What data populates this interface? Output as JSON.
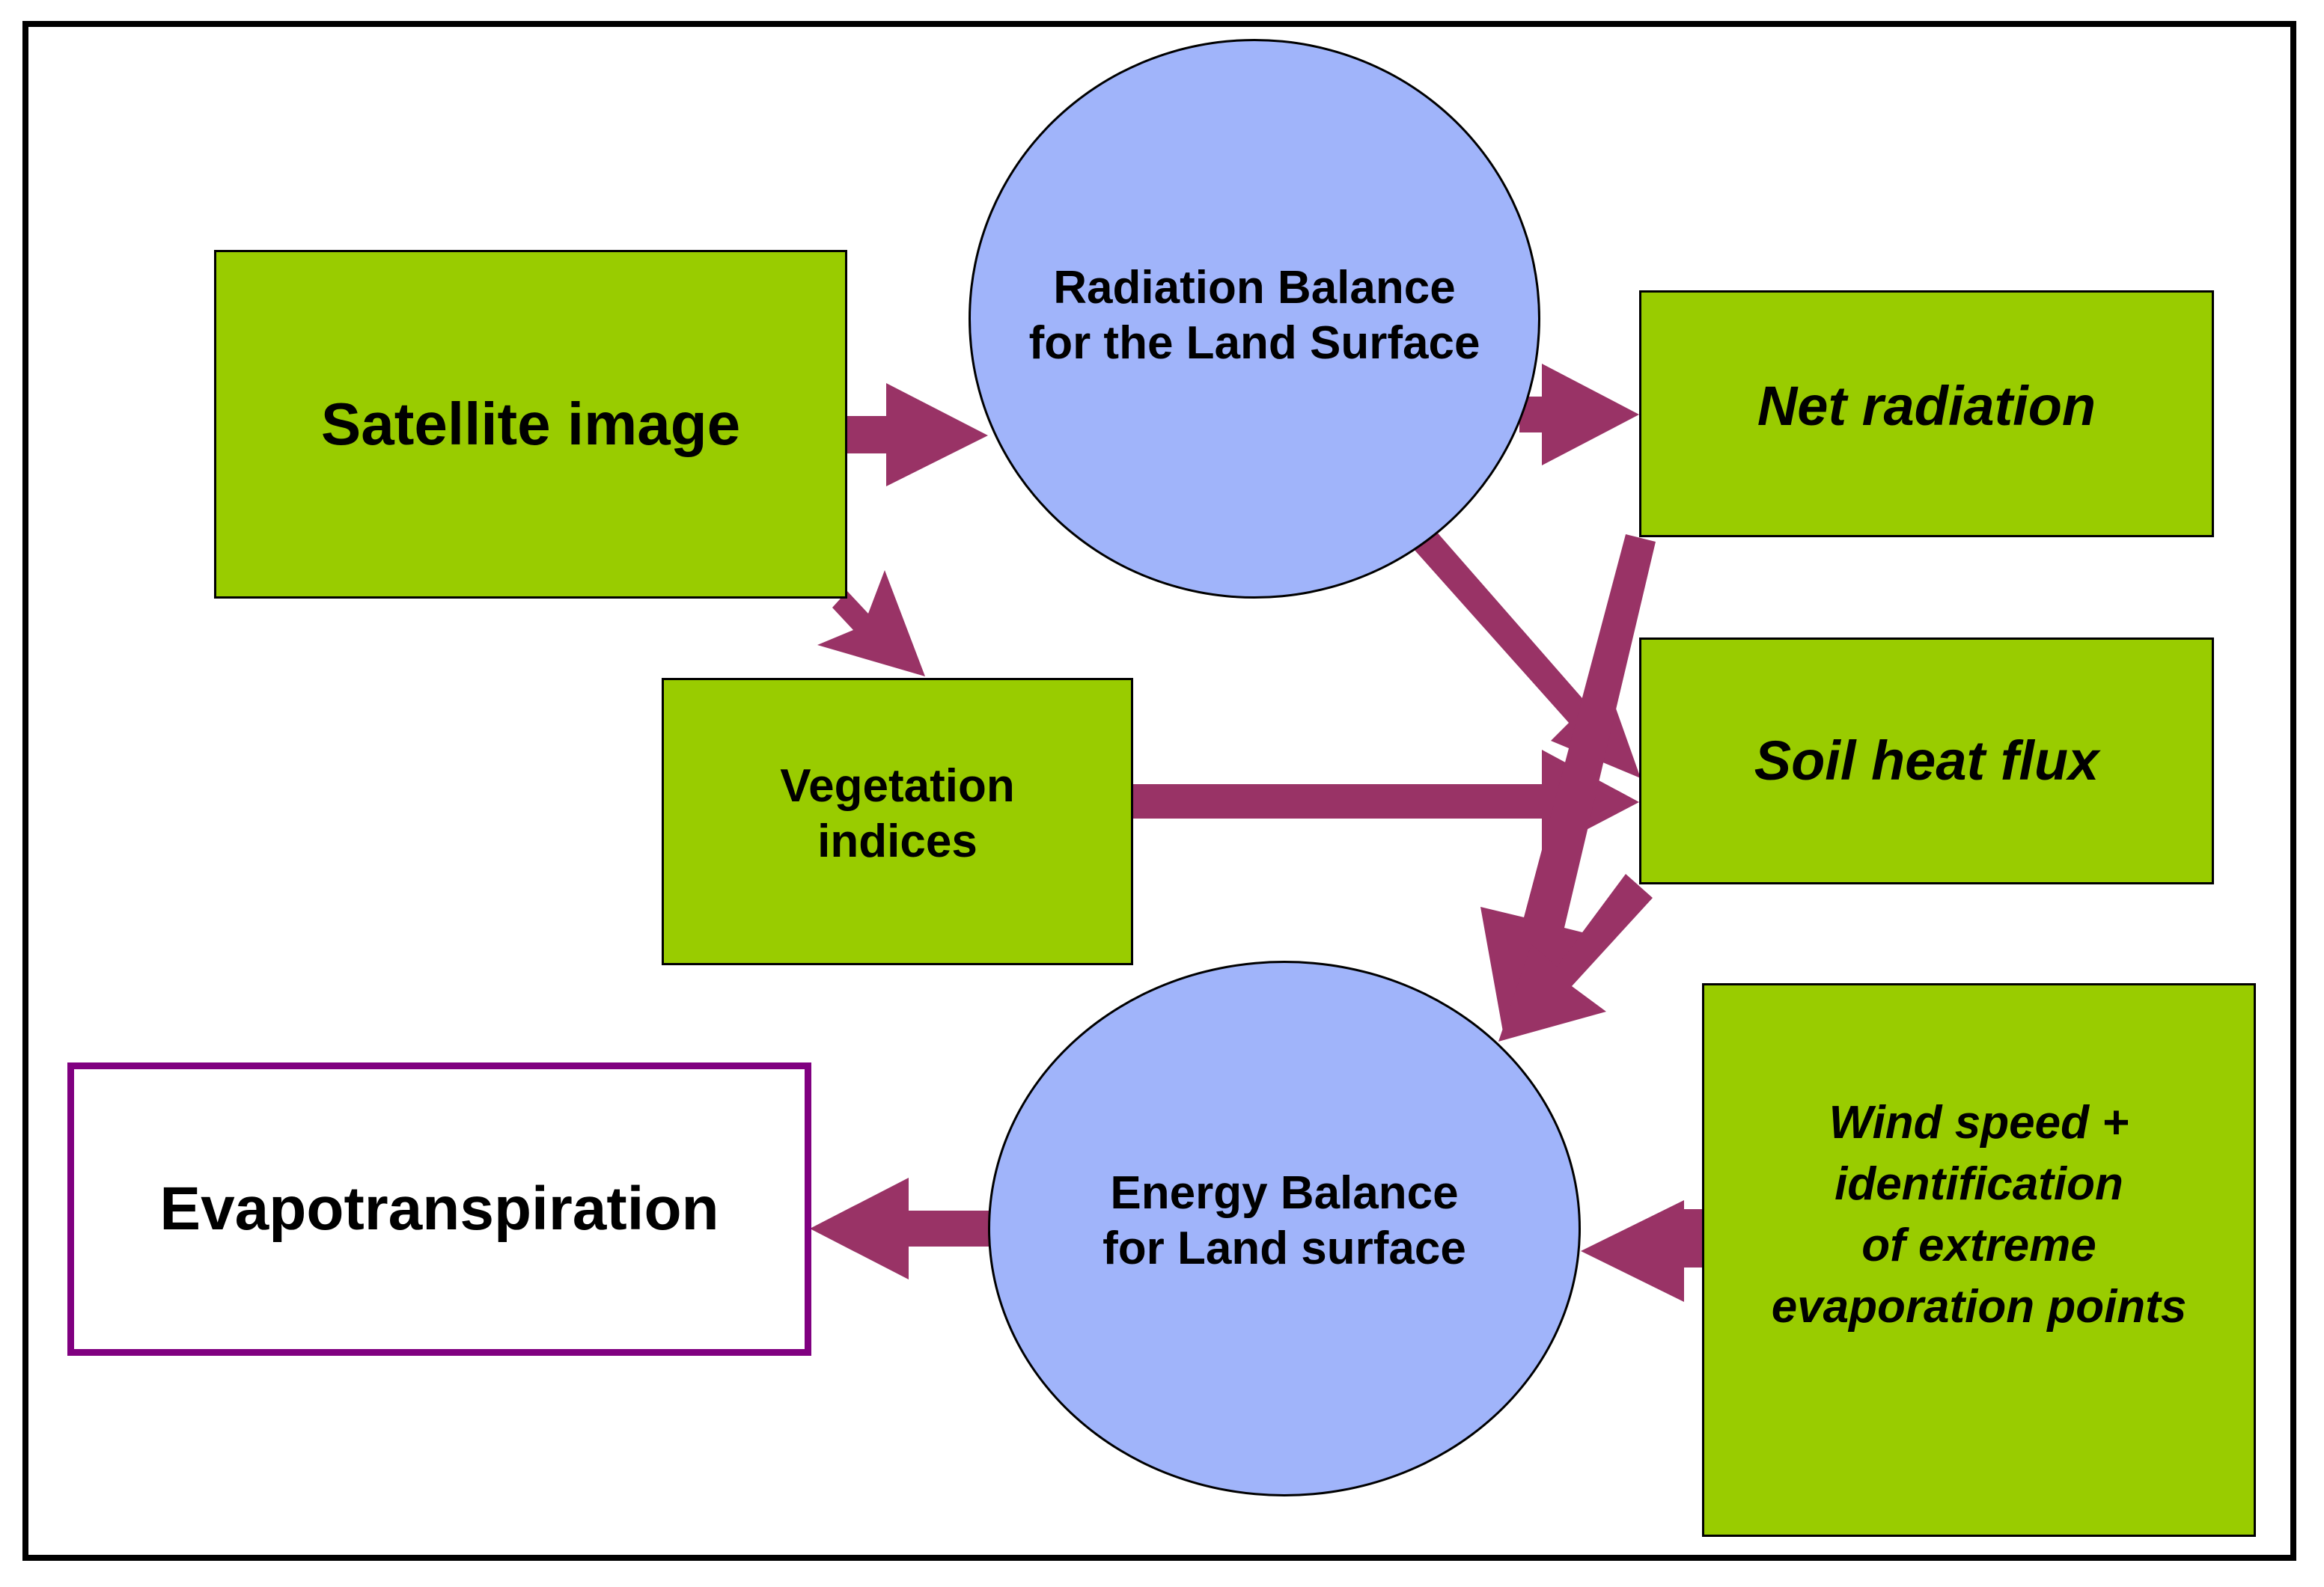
{
  "nodes": {
    "satellite_image": "Satellite image",
    "radiation_balance": "Radiation Balance\nfor the Land Surface",
    "net_radiation": "Net radiation",
    "vegetation_indices": "Vegetation\nindices",
    "soil_heat_flux": "Soil heat flux",
    "energy_balance": "Energy Balance\nfor Land surface",
    "wind_speed": "Wind speed +\nidentification\nof  extreme\nevaporation points",
    "evapotranspiration": "Evapotranspiration"
  },
  "colors": {
    "box_fill": "#99cc00",
    "ellipse_fill": "#a0b4fa",
    "arrow": "#993366",
    "output_border": "#800080"
  }
}
